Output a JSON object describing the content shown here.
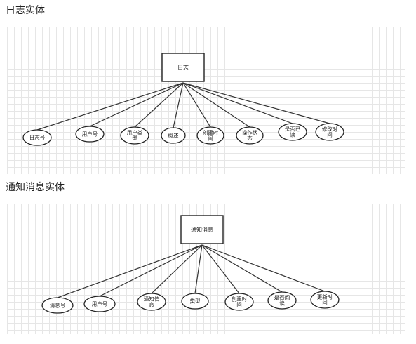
{
  "sections": [
    {
      "heading": "日志实体",
      "entity": {
        "label": "日志"
      },
      "attributes": [
        {
          "lines": [
            "日志号"
          ]
        },
        {
          "lines": [
            "用户号"
          ]
        },
        {
          "lines": [
            "用户类",
            "型"
          ]
        },
        {
          "lines": [
            "概述"
          ]
        },
        {
          "lines": [
            "创建时",
            "间"
          ]
        },
        {
          "lines": [
            "操作状",
            "态"
          ]
        },
        {
          "lines": [
            "是否已",
            "读"
          ]
        },
        {
          "lines": [
            "修改时",
            "间"
          ]
        }
      ]
    },
    {
      "heading": "通知消息实体",
      "entity": {
        "label": "通知消息"
      },
      "attributes": [
        {
          "lines": [
            "消息号"
          ]
        },
        {
          "lines": [
            "用户号"
          ]
        },
        {
          "lines": [
            "通知信",
            "息"
          ]
        },
        {
          "lines": [
            "类型"
          ]
        },
        {
          "lines": [
            "创建时",
            "间"
          ]
        },
        {
          "lines": [
            "是否阅",
            "读"
          ]
        },
        {
          "lines": [
            "更新时",
            "间"
          ]
        }
      ]
    }
  ]
}
